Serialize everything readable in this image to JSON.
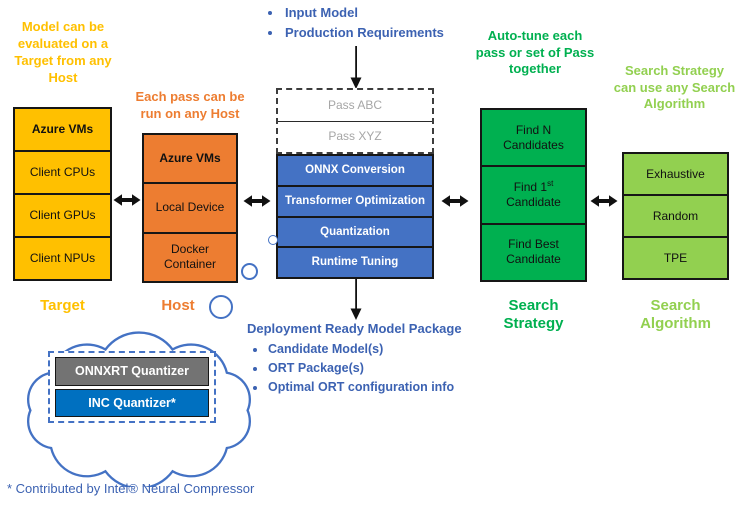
{
  "diagram_title": "Olive model optimization workflow diagram",
  "colors": {
    "target_yellow": "#FFC000",
    "host_orange": "#ED7D31",
    "pass_blue": "#4472C4",
    "strategy_green": "#00B050",
    "algorithm_light_green": "#92D050",
    "ghost_text_gray": "#A6A6A6",
    "quantizer_gray": "#737373",
    "quantizer_blue": "#0070C0",
    "blue_text": "#3C62B2",
    "cloud_outline": "#4472C4",
    "arrow_black": "#111111"
  },
  "notes": {
    "target": {
      "lines": [
        "Model can be",
        "evaluated on a",
        "Target from any",
        "Host"
      ]
    },
    "host": {
      "lines": [
        "Each pass can be",
        "run on any Host"
      ]
    },
    "autotune": {
      "lines": [
        "Auto-tune each",
        "pass or set of Pass",
        "together"
      ]
    },
    "search": {
      "lines": [
        "Search Strategy",
        "can use any Search",
        "Algorithm"
      ]
    }
  },
  "input_bullets": {
    "items": [
      "Input Model",
      "Production Requirements"
    ]
  },
  "target_column": {
    "label": "Target",
    "items": [
      "Azure VMs",
      "Client CPUs",
      "Client GPUs",
      "Client NPUs"
    ]
  },
  "host_column": {
    "label": "Host",
    "items": [
      "Azure VMs",
      "Local Device",
      "Docker Container"
    ]
  },
  "passes_column": {
    "ghost_items": [
      "Pass ABC",
      "Pass XYZ"
    ],
    "items": [
      "ONNX Conversion",
      "Transformer Optimization",
      "Quantization",
      "Runtime Tuning"
    ]
  },
  "strategy_column": {
    "label_lines": [
      "Search",
      "Strategy"
    ],
    "items": [
      "Find N Candidates",
      "Find 1st Candidate",
      "Find Best Candidate"
    ],
    "find_first": {
      "pre": "Find 1",
      "sup": "st",
      "post": "Candidate"
    }
  },
  "algorithm_column": {
    "label_lines": [
      "Search",
      "Algorithm"
    ],
    "items": [
      "Exhaustive",
      "Random",
      "TPE"
    ]
  },
  "deployment": {
    "title": "Deployment Ready Model Package",
    "bullets": [
      "Candidate Model(s)",
      "ORT Package(s)",
      "Optimal ORT configuration info"
    ]
  },
  "cloud": {
    "boxes": [
      "ONNXRT Quantizer",
      "INC Quantizer*"
    ]
  },
  "footnote": "* Contributed by Intel® Neural Compressor",
  "icons": {
    "double_arrow": "↔",
    "down_arrow": "↓",
    "thought_bubble": "cloud"
  }
}
